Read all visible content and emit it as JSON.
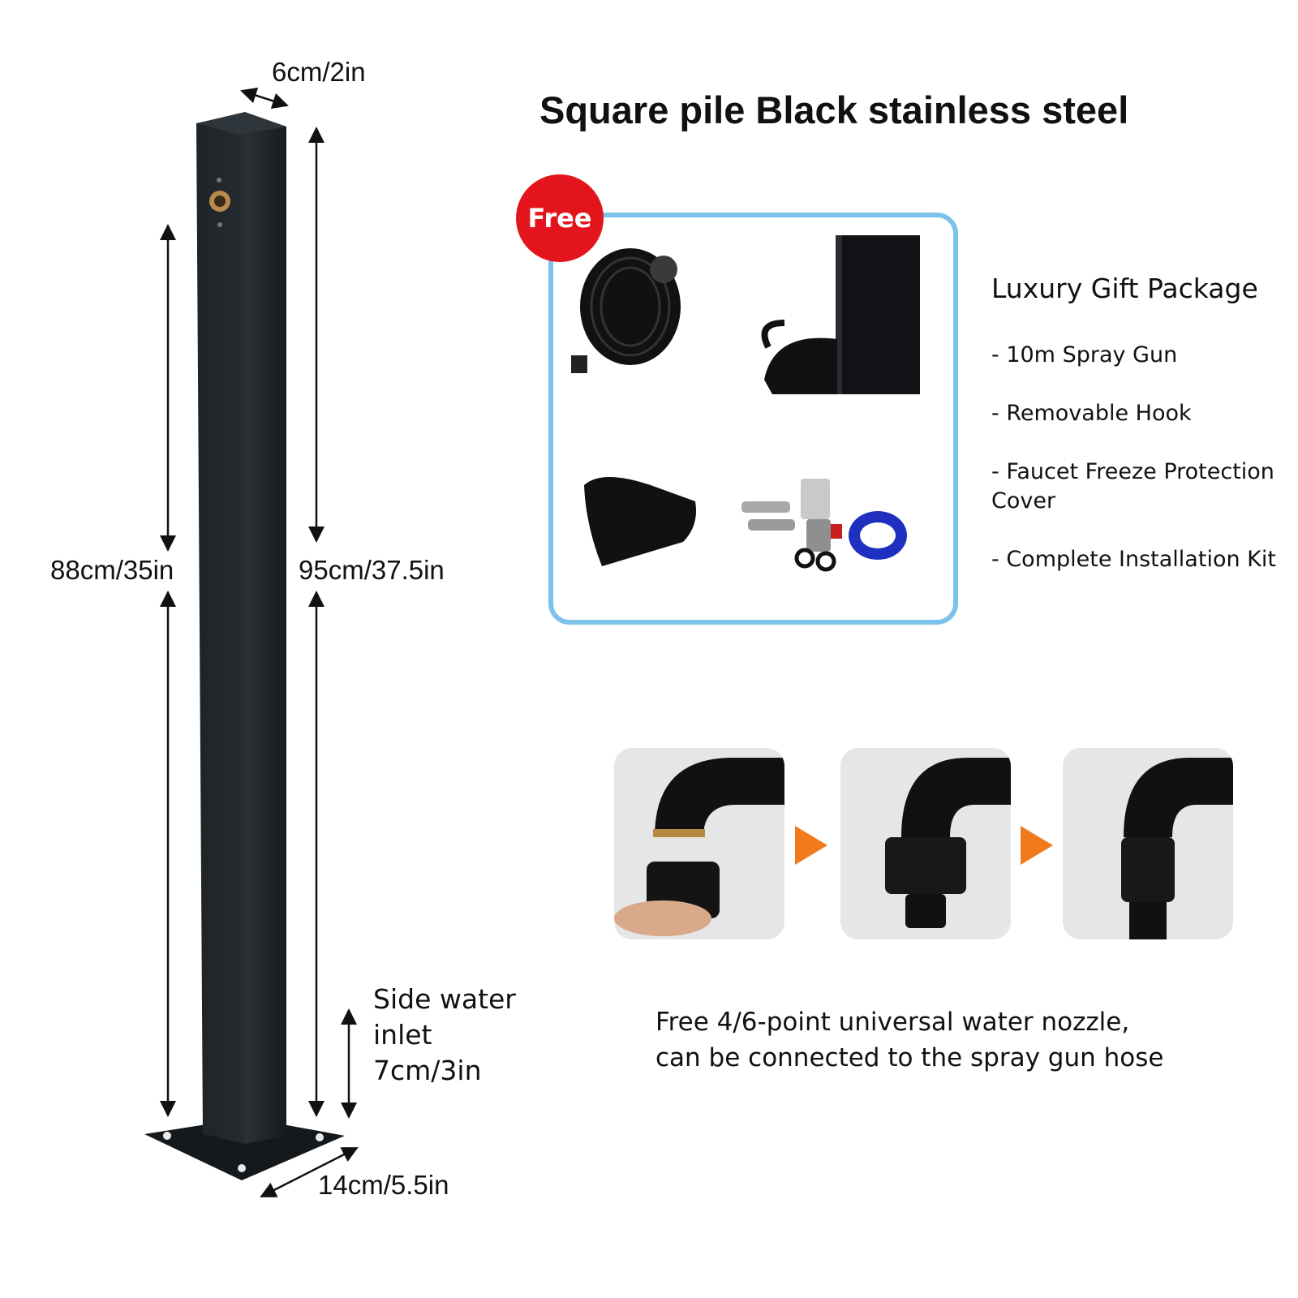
{
  "title": "Square pile Black stainless steel",
  "dimensions": {
    "top_width": "6cm/2in",
    "height_inlet": "88cm/35in",
    "total_height": "95cm/37.5in",
    "base_width": "14cm/5.5in"
  },
  "side_inlet": {
    "line1": "Side water",
    "line2": "inlet",
    "line3": "7cm/3in"
  },
  "gift": {
    "badge": "Free",
    "heading": "Luxury Gift Package",
    "items": [
      "- 10m Spray Gun",
      "- Removable Hook",
      "- Faucet Freeze Protection Cover",
      "- Complete Installation Kit"
    ]
  },
  "nozzle_note": {
    "line1": "Free 4/6-point universal water nozzle,",
    "line2": "can be connected to the spray gun hose"
  },
  "colors": {
    "post": "#1b1f23",
    "frame": "#7cc3ec",
    "badge": "#e3141c",
    "arrow": "#f07a1c"
  }
}
